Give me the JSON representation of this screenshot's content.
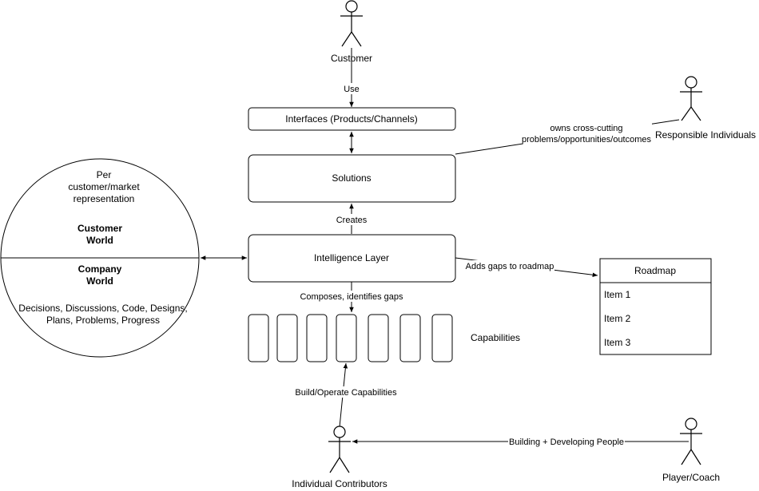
{
  "actors": {
    "customer": "Customer",
    "responsible": "Responsible Individuals",
    "contributors": "Individual Contributors",
    "coach": "Player/Coach"
  },
  "nodes": {
    "interfaces": "Interfaces (Products/Channels)",
    "solutions": "Solutions",
    "intelligence": "Intelligence Layer",
    "capabilities": "Capabilities"
  },
  "world": {
    "per_line1": "Per",
    "per_line2": "customer/market",
    "per_line3": "representation",
    "customer_line1": "Customer",
    "customer_line2": "World",
    "company_line1": "Company",
    "company_line2": "World",
    "detail_line1": "Decisions, Discussions, Code, Designs,",
    "detail_line2": "Plans, Problems, Progress"
  },
  "roadmap": {
    "title": "Roadmap",
    "items": [
      "Item 1",
      "Item 2",
      "Item 3"
    ]
  },
  "edges": {
    "use": "Use",
    "owns_line1": "owns cross-cutting",
    "owns_line2": "problems/opportunities/outcomes",
    "creates": "Creates",
    "adds_gaps": "Adds gaps to roadmap",
    "composes": "Composes, identifies gaps",
    "build": "Build/Operate Capabilities",
    "developing": "Building + Developing People"
  }
}
